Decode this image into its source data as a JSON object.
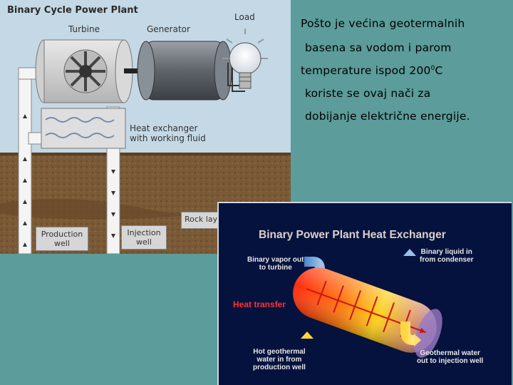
{
  "slide": {
    "bullet_lines": [
      "Pošto je većina geotermalnih",
      "basena sa vodom i parom",
      "temperature ispod 200",
      "koriste se ovaj nači za",
      "dobijanje električne energije."
    ],
    "temp_superscript": "0",
    "temp_unit": "C",
    "background_color": "#5c9c9a"
  },
  "figure_binary_cycle": {
    "title": "Binary Cycle Power Plant",
    "labels": {
      "turbine": "Turbine",
      "generator": "Generator",
      "load": "Load",
      "heat_exchanger": [
        "Heat exchanger",
        "with working fluid"
      ],
      "rock_layer": "Rock lay",
      "production_well": [
        "Production",
        "well"
      ],
      "injection_well": [
        "Injection",
        "well"
      ]
    }
  },
  "figure_heat_exchanger": {
    "title": "Binary Power Plant Heat Exchanger",
    "labels": {
      "vapor_out": [
        "Binary vapor out",
        "to turbine"
      ],
      "liquid_in": [
        "Binary liquid in",
        "from condenser"
      ],
      "heat_transfer": "Heat transfer",
      "hot_water": [
        "Hot geothermal",
        "water in from",
        "production well"
      ],
      "water_out": [
        "Geothermal water",
        "out to injection well"
      ]
    }
  }
}
